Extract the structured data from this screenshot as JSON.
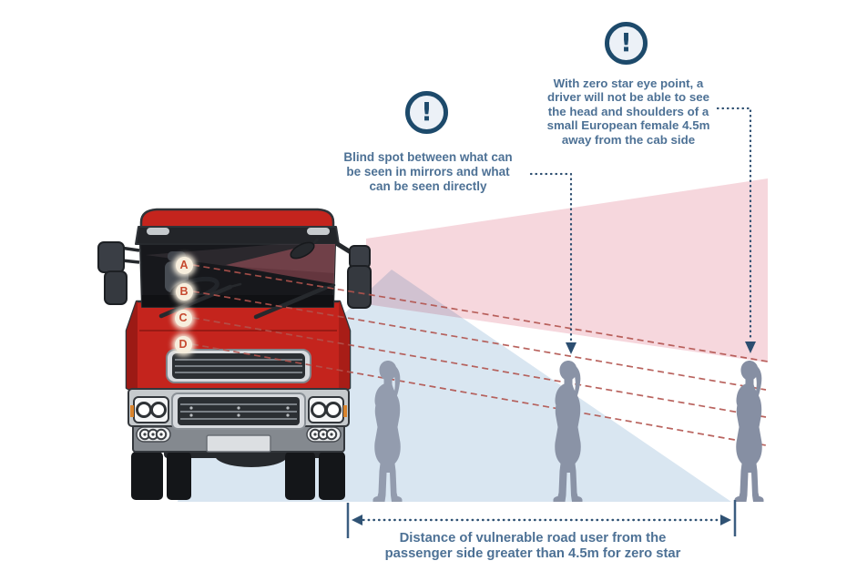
{
  "annotations": {
    "blind_spot": {
      "icon": "!",
      "lines": [
        "Blind spot between what can",
        "be seen in mirrors and what",
        "can be seen directly"
      ]
    },
    "zero_star": {
      "icon": "!",
      "lines": [
        "With zero star eye point, a",
        "driver will not be able to see",
        "the head and shoulders of a",
        "small European female 4.5m",
        "away from the cab side"
      ]
    },
    "distance": {
      "lines": [
        "Distance of vulnerable road user from the",
        "passenger side greater than 4.5m for zero star"
      ]
    }
  },
  "cab_labels": [
    {
      "letter": "A"
    },
    {
      "letter": "B"
    },
    {
      "letter": "C"
    },
    {
      "letter": "D"
    }
  ],
  "figures": {
    "count": 3
  },
  "colors": {
    "truck_red": "#c4241d",
    "blind_spot_pink": "#f6d7dd",
    "mirror_view_blue": "#d9e6f1",
    "sight_line_red": "#b2534d",
    "annotation_navy": "#1d4a6b",
    "text_steel_blue": "#4d7195",
    "figure_grey": "#8a93a6",
    "label_letter_orange": "#c6492f",
    "label_circle_cream": "#f7eedd"
  }
}
